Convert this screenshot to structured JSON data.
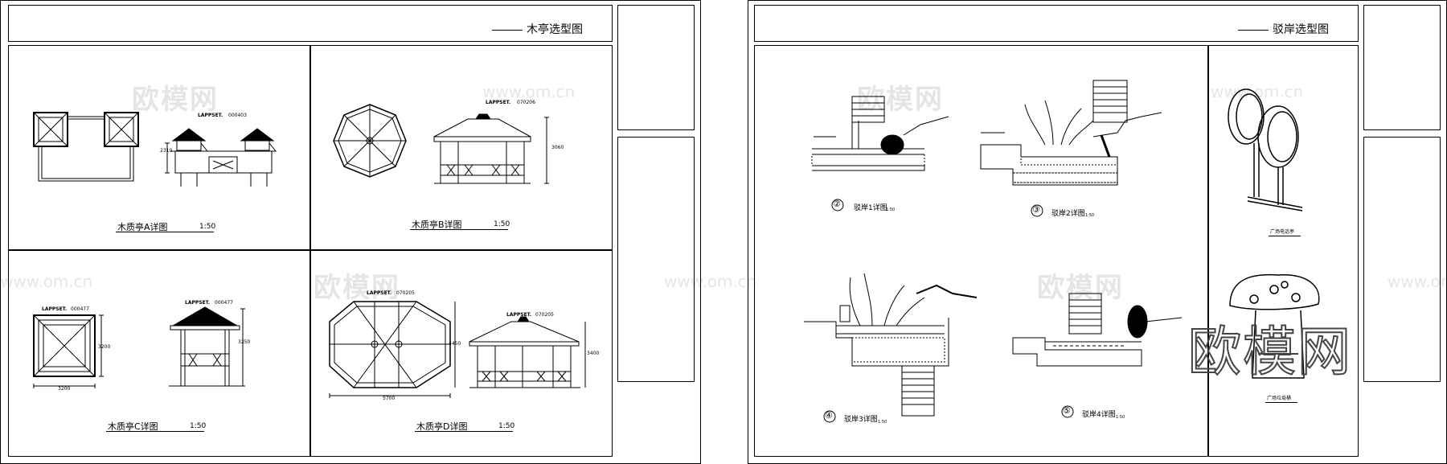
{
  "left_sheet": {
    "title": "木亭选型图",
    "panels": [
      {
        "caption": "木质亭A详图",
        "scale": "1:50",
        "lappset": "LAPPSET.",
        "code": "000403",
        "dims": [
          "2310"
        ]
      },
      {
        "caption": "木质亭B详图",
        "scale": "1:50",
        "lappset": "LAPPSET.",
        "code": "070206",
        "dims": [
          "3060"
        ]
      },
      {
        "caption": "木质亭C详图",
        "scale": "1:50",
        "lappset": "LAPPSET.",
        "code": "000477",
        "code2": "000477",
        "dims": [
          "3200",
          "3200",
          "3250"
        ]
      },
      {
        "caption": "木质亭D详图",
        "scale": "1:50",
        "lappset": "LAPPSET.",
        "code": "070205",
        "code2": "070205",
        "dims": [
          "4450",
          "5700",
          "3400"
        ]
      }
    ]
  },
  "right_sheet": {
    "title": "驳岸选型图",
    "details": [
      {
        "num": "②",
        "label": "驳岸1详图",
        "scale": "1:50"
      },
      {
        "num": "③",
        "label": "驳岸2详图",
        "scale": "1:50"
      },
      {
        "num": "④",
        "label": "驳岸3详图",
        "scale": "1:50"
      },
      {
        "num": "⑤",
        "label": "驳岸4详图",
        "scale": "1:50"
      }
    ],
    "items": [
      {
        "label": "广场电话亭"
      },
      {
        "label": "广场垃圾桶"
      }
    ]
  },
  "watermarks": {
    "brand": "欧模网",
    "url": "www.om.cn"
  }
}
